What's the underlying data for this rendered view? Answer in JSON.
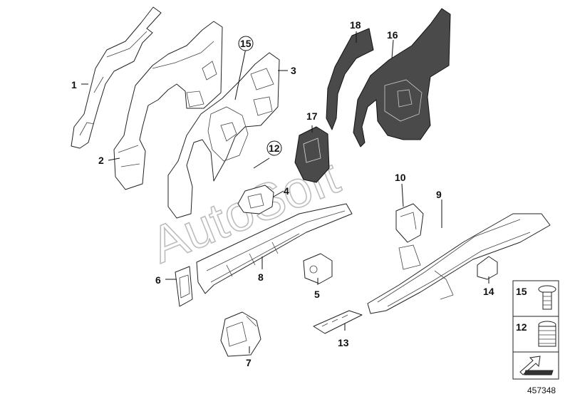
{
  "diagram": {
    "callouts": [
      {
        "id": "1",
        "label": "1"
      },
      {
        "id": "2",
        "label": "2"
      },
      {
        "id": "3",
        "label": "3"
      },
      {
        "id": "4",
        "label": "4"
      },
      {
        "id": "5",
        "label": "5"
      },
      {
        "id": "6",
        "label": "6"
      },
      {
        "id": "7",
        "label": "7"
      },
      {
        "id": "8",
        "label": "8"
      },
      {
        "id": "9",
        "label": "9"
      },
      {
        "id": "10",
        "label": "10"
      },
      {
        "id": "12",
        "label": "12"
      },
      {
        "id": "13",
        "label": "13"
      },
      {
        "id": "14",
        "label": "14"
      },
      {
        "id": "15",
        "label": "15"
      },
      {
        "id": "16",
        "label": "16"
      },
      {
        "id": "17",
        "label": "17"
      },
      {
        "id": "18",
        "label": "18"
      }
    ],
    "legend": {
      "items": [
        {
          "label": "15"
        },
        {
          "label": "12"
        }
      ]
    },
    "document_number": "457348"
  },
  "watermark": {
    "text": "AutoSoft"
  }
}
